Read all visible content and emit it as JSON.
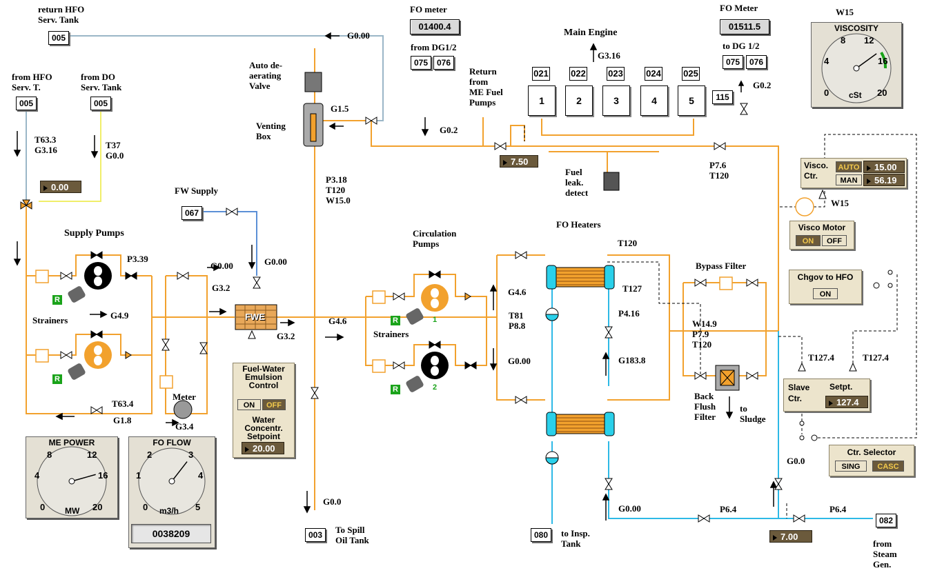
{
  "colors": {
    "fuel": "#f2a12d",
    "water": "#2db9e6",
    "hfo_line": "#9ab6c7",
    "do_line": "#f0ee6a",
    "fw_line": "#5b8fd6",
    "valve": "#f2a12d",
    "valbox": "#6b5a3c"
  },
  "labels": {
    "return_hfo": "return HFO\nServ. Tank",
    "fo_meter": "FO meter",
    "fo_meter2": "FO Meter",
    "main_engine": "Main Engine",
    "w15_title": "W15",
    "from_hfo": "from HFO\nServ. T.",
    "from_do": "from DO\nServ. Tank",
    "from_dg": "from DG1/2",
    "to_dg": "to DG 1/2",
    "auto_dearating": "Auto de-\naerating\nValve",
    "return_me": "Return\nfrom\nME Fuel\nPumps",
    "venting_box": "Venting\nBox",
    "t633": "T63.3\nG3.16",
    "t37": "T37\nG0.0",
    "fuel_leak": "Fuel\nleak.\ndetect",
    "fw_supply": "FW Supply",
    "p318": "P3.18\nT120\nW15.0",
    "p76": "P7.6\nT120",
    "w15_motor": "W15",
    "supply_pumps": "Supply Pumps",
    "p339": "P3.39",
    "fo_heaters": "FO Heaters",
    "t120_top": "T120",
    "circ_pumps": "Circulation\nPumps",
    "g000_a": "G0.00",
    "g000_b": "G0.00",
    "bypass_filter": "Bypass Filter",
    "g32a": "G3.2",
    "g46a": "G4.6",
    "t127": "T127",
    "strainers_a": "Strainers",
    "g49": "G4.9",
    "g46b": "G4.6",
    "strainers_b": "Strainers",
    "t81": "T81\nP8.8",
    "p416": "P4.16",
    "w149": "W14.9\nP7.9\nT120",
    "g32b": "G3.2",
    "g000_c": "G0.00",
    "g1838": "G183.8",
    "t1274a": "T127.4",
    "t1274b": "T127.4",
    "back_flush": "Back\nFlush\nFilter",
    "to_sludge": "to\nSludge",
    "t634": "T63.4",
    "g18": "G1.8",
    "meter": "Meter",
    "g34": "G3.4",
    "g000_d": "G0.0",
    "g00_e": "G0.0",
    "g000_f": "G0.00",
    "p64a": "P6.4",
    "p64b": "P6.4",
    "to_spill": "To Spill\nOil Tank",
    "to_insp": "to Insp.\nTank",
    "from_steam": "from\nSteam\nGen.",
    "g000_top": "G0.00",
    "g316": "G3.16",
    "g02_a": "G0.2",
    "g02_b": "G0.2",
    "g15": "G1.5"
  },
  "tags": {
    "return_hfo": "005",
    "from_hfo": "005",
    "from_do": "005",
    "dg_a": "075",
    "dg_b": "076",
    "to_dg_a": "075",
    "to_dg_b": "076",
    "fw": "067",
    "spill": "003",
    "insp": "080",
    "steam": "082",
    "t115": "115"
  },
  "meters": {
    "fo_meter": "01400.4",
    "fo_meter2": "01511.5"
  },
  "values": {
    "v000": "0.00",
    "v750": "7.50",
    "v700": "7.00"
  },
  "cylinders": {
    "tags": [
      "021",
      "022",
      "023",
      "024",
      "025"
    ],
    "nums": [
      "1",
      "2",
      "3",
      "4",
      "5"
    ]
  },
  "pumps": {
    "r": "R",
    "n1": "1",
    "n2": "2"
  },
  "fwe": {
    "label": "FWE"
  },
  "fwe_panel": {
    "title": "Fuel-Water\nEmulsion\nControl",
    "on": "ON",
    "off": "OFF",
    "sub": "Water\nConcentr.\nSetpoint",
    "value": "20.00"
  },
  "visco_ctr": {
    "title": "Visco.\nCtr.",
    "auto": "AUTO",
    "man": "MAN",
    "auto_val": "15.00",
    "man_val": "56.19"
  },
  "visco_motor": {
    "title": "Visco Motor",
    "on": "ON",
    "off": "OFF"
  },
  "chgov": {
    "title": "Chgov to HFO",
    "on": "ON"
  },
  "slave": {
    "title": "Slave\nCtr.",
    "setpt": "Setpt.",
    "value": "127.4"
  },
  "ctr_selector": {
    "title": "Ctr. Selector",
    "sing": "SING",
    "casc": "CASC"
  },
  "gauges": {
    "viscosity": {
      "title": "VISCOSITY",
      "unit": "cSt",
      "ticks": [
        "0",
        "4",
        "8",
        "12",
        "16",
        "20"
      ],
      "value": 14
    },
    "me_power": {
      "title": "ME POWER",
      "unit": "MW",
      "ticks": [
        "0",
        "4",
        "8",
        "12",
        "16",
        "20"
      ],
      "value": 15.5
    },
    "fo_flow": {
      "title": "FO FLOW",
      "unit": "m3/h",
      "ticks": [
        "0",
        "1",
        "2",
        "3",
        "4",
        "5"
      ],
      "value": 3.2,
      "counter": "0038209"
    }
  }
}
